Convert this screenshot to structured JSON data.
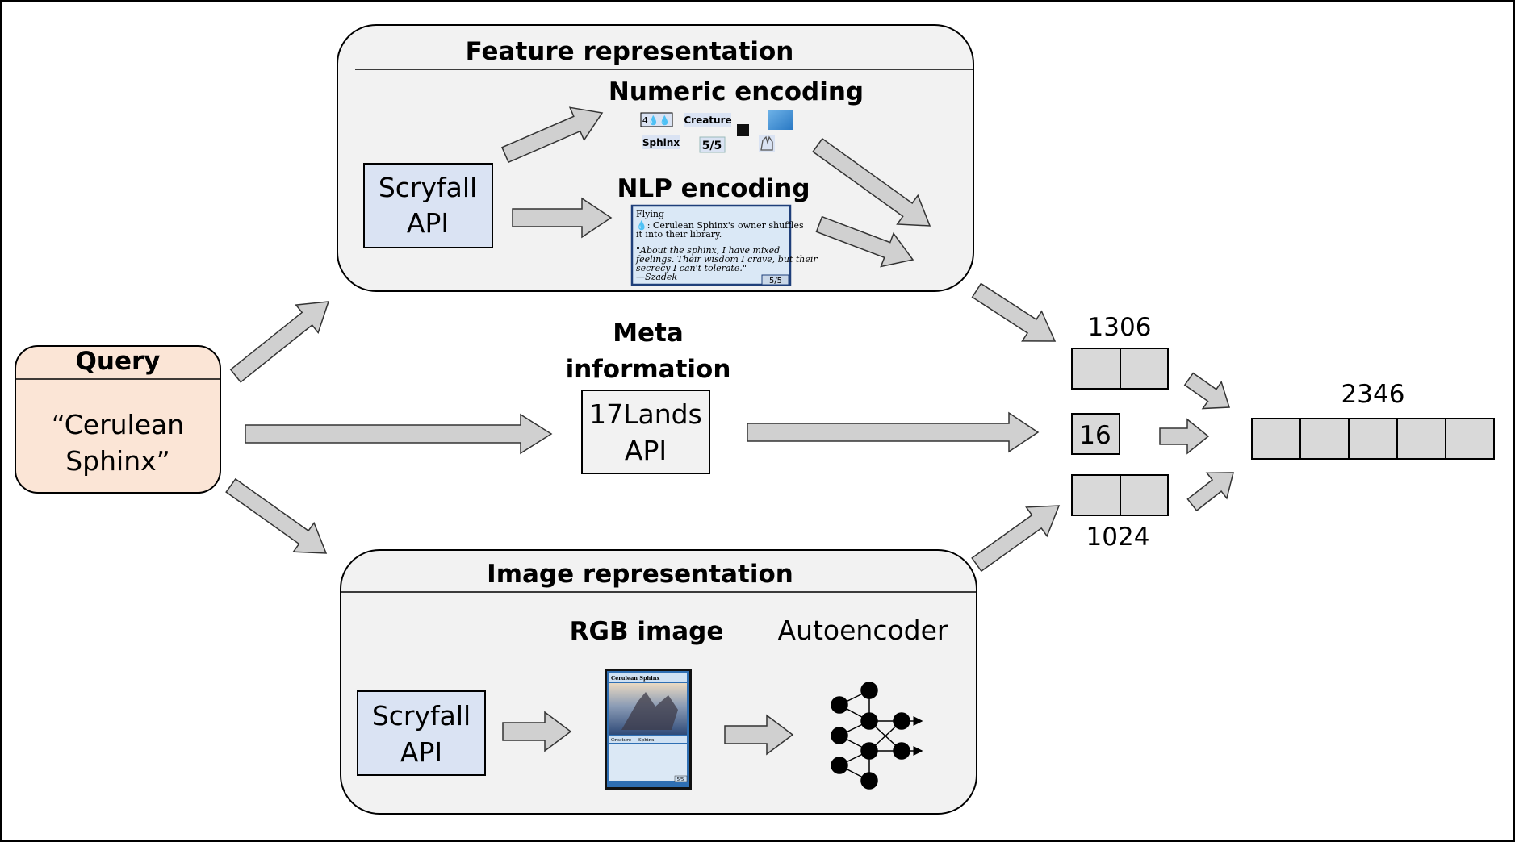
{
  "feature_panel": {
    "title": "Feature representation",
    "scryfall": {
      "line1": "Scryfall",
      "line2": "API"
    },
    "numeric": {
      "title": "Numeric encoding",
      "mana_cost": "4💧💧",
      "type": "Creature",
      "subtype": "Sphinx",
      "pt": "5/5"
    },
    "nlp": {
      "title": "NLP encoding",
      "text_lines": [
        "Flying",
        "💧: Cerulean Sphinx's owner shuffles",
        "it into their library.",
        "\"About the sphinx, I have mixed",
        "feelings. Their wisdom I crave, but their",
        "secrecy I can't tolerate.\"",
        "—Szadek"
      ],
      "pt": "5/5"
    }
  },
  "query": {
    "title": "Query",
    "line1": "“Cerulean",
    "line2": "Sphinx”"
  },
  "meta": {
    "title_line1": "Meta",
    "title_line2": "information",
    "api_line1": "17Lands",
    "api_line2": "API"
  },
  "image_panel": {
    "title": "Image representation",
    "scryfall": {
      "line1": "Scryfall",
      "line2": "API"
    },
    "rgb_label": "RGB image",
    "autoencoder_label": "Autoencoder",
    "card": {
      "name": "Cerulean Sphinx",
      "type_line": "Creature — Sphinx",
      "pt": "5/5"
    }
  },
  "vectors": {
    "feature_size": "1306",
    "meta_size": "16",
    "image_size": "1024",
    "combined_size": "2346"
  },
  "colors": {
    "panel_fill": "#f2f2f2",
    "api_fill": "#dae3f3",
    "query_fill": "#fbe5d6",
    "arrow_fill": "#d0d0d0",
    "cell_fill": "#d9d9d9",
    "card_blue": "#9dc3e6"
  }
}
